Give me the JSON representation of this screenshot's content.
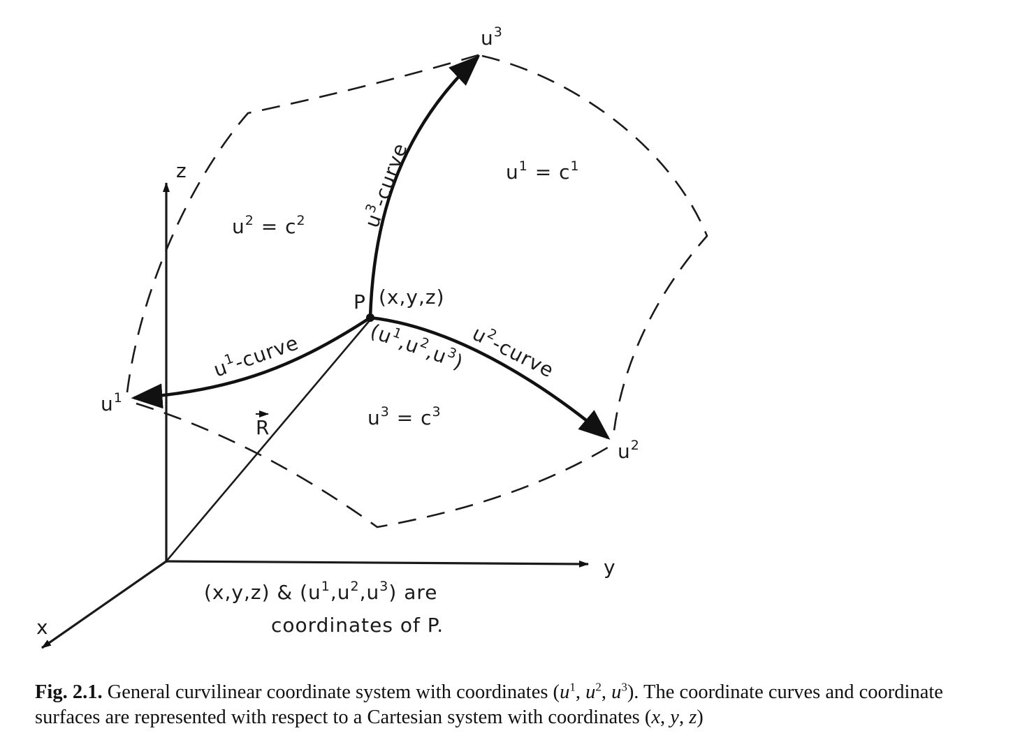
{
  "figure": {
    "axes": {
      "x": "x",
      "y": "y",
      "z": "z"
    },
    "vector_label": "R",
    "point": {
      "name": "P",
      "cartesian": "(x,y,z)",
      "curvilinear": {
        "open": "(u",
        "s1": "1",
        "c1": ",u",
        "s2": "2",
        "c2": ",u",
        "s3": "3",
        "close": ")"
      }
    },
    "endpoints": {
      "u1": {
        "base": "u",
        "sup": "1"
      },
      "u2": {
        "base": "u",
        "sup": "2"
      },
      "u3": {
        "base": "u",
        "sup": "3"
      }
    },
    "curves": {
      "u1": {
        "base": "u",
        "sup": "1",
        "rest": "-curve"
      },
      "u2": {
        "base": "u",
        "sup": "2",
        "rest": "-curve"
      },
      "u3": {
        "base": "u",
        "sup": "3",
        "rest": "-curve"
      }
    },
    "surfaces": {
      "s1": {
        "a": "u",
        "as": "1",
        "eq": " = c",
        "bs": "1"
      },
      "s2": {
        "a": "u",
        "as": "2",
        "eq": " = c",
        "bs": "2"
      },
      "s3": {
        "a": "u",
        "as": "3",
        "eq": " = c",
        "bs": "3"
      }
    },
    "note": {
      "line1": {
        "t1": "(x,y,z)  &  (u",
        "s1": "1",
        "t2": ",u",
        "s2": "2",
        "t3": ",u",
        "s3": "3",
        "t4": ") are"
      },
      "line2": "coordinates of P."
    }
  },
  "caption": {
    "label": "Fig. 2.1.",
    "text1": " General curvilinear coordinate system with coordinates (",
    "u": "u",
    "s1": "1",
    "s2": "2",
    "s3": "3",
    "comma": ", ",
    "text2": "). The coordinate curves and coordinate surfaces are represented with respect to a Cartesian system with coordinates (",
    "x": "x",
    "y": "y",
    "z": "z",
    "text3": ")"
  }
}
